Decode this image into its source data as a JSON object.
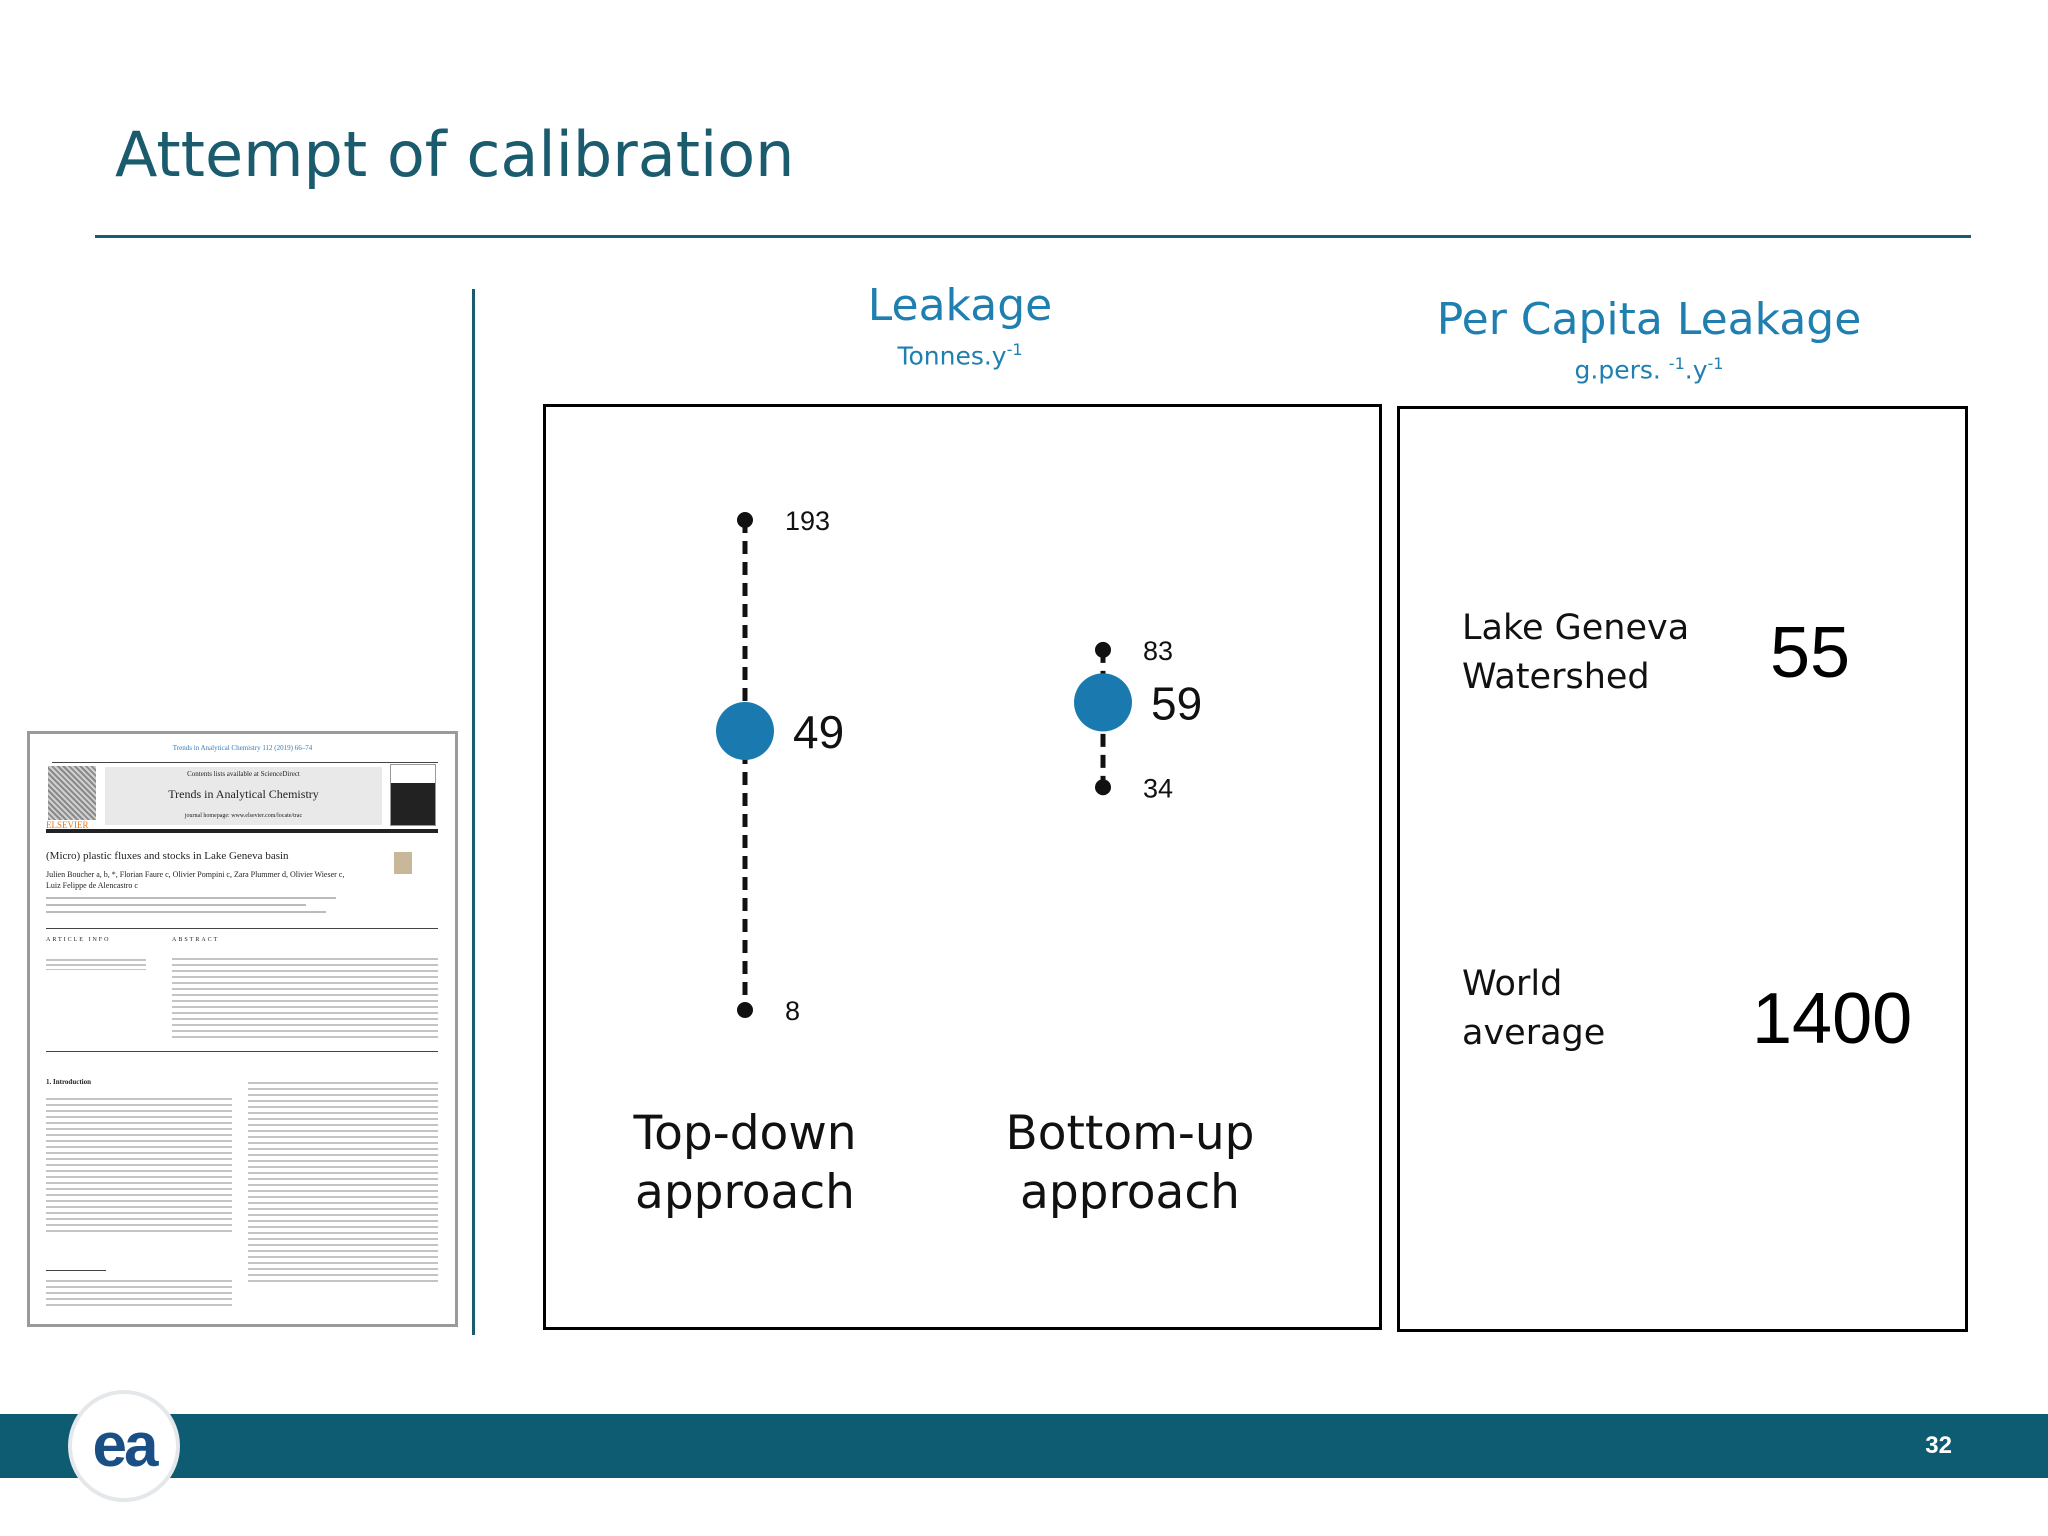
{
  "slide": {
    "title": "Attempt of calibration",
    "page_number": "32",
    "logo_text": "ea"
  },
  "leakage": {
    "title": "Leakage",
    "unit_base": "Tonnes.y",
    "unit_sup": "-1"
  },
  "per_capita": {
    "title": "Per Capita Leakage",
    "unit_base": "g.pers. ",
    "unit_sup1": "-1",
    "unit_mid": ".y",
    "unit_sup2": "-1",
    "rows": [
      {
        "label_line1": "Lake Geneva",
        "label_line2": "Watershed",
        "value": "55"
      },
      {
        "label_line1": "World",
        "label_line2": "average",
        "value": "1400"
      }
    ]
  },
  "paper": {
    "journal_header": "Trends in Analytical Chemistry 112 (2019) 66–74",
    "contents_line": "Contents lists available at ScienceDirect",
    "journal_name": "Trends in Analytical Chemistry",
    "homepage": "journal homepage: www.elsevier.com/locate/trac",
    "publisher": "ELSEVIER",
    "article_title": "(Micro) plastic fluxes and stocks in Lake Geneva basin",
    "authors_line1": "Julien Boucher a, b, *, Florian Faure c, Olivier Pompini c, Zara Plummer d, Olivier Wieser c,",
    "authors_line2": "Luiz Felippe de Alencastro c",
    "article_info": "ARTICLE INFO",
    "abstract": "ABSTRACT",
    "section": "1. Introduction"
  },
  "chart_data": {
    "type": "range",
    "title": "Leakage",
    "ylabel": "Tonnes.y-1",
    "scale": "log",
    "ylim": [
      8,
      193
    ],
    "series": [
      {
        "name": "Top-down approach",
        "min": 8,
        "max": 193,
        "central": 49,
        "color": "#1a7ab0"
      },
      {
        "name": "Bottom-up approach",
        "min": 34,
        "max": 83,
        "central": 59,
        "color": "#1a7ab0"
      }
    ]
  }
}
